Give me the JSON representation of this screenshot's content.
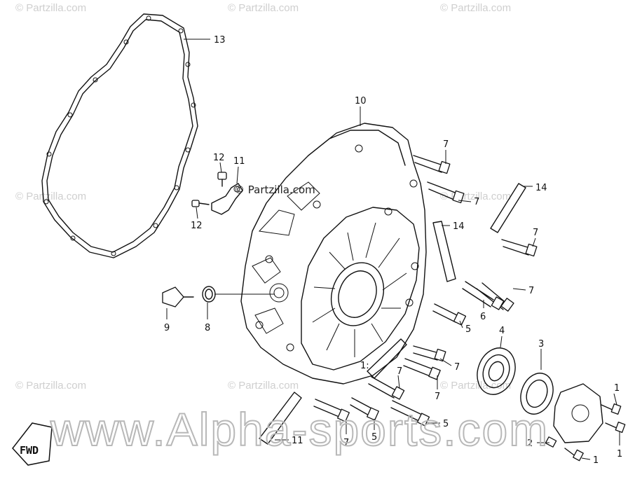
{
  "watermarks": {
    "partzilla": "© Partzilla.com",
    "partzilla_mid": "© Partzilla.com",
    "alpha": "www.Alpha-sports.com"
  },
  "fwd_label": "FWD",
  "callouts": [
    {
      "id": "c13",
      "text": "13"
    },
    {
      "id": "c10",
      "text": "10"
    },
    {
      "id": "c12a",
      "text": "12"
    },
    {
      "id": "c11",
      "text": "11"
    },
    {
      "id": "c12b",
      "text": "12"
    },
    {
      "id": "c7a",
      "text": "7"
    },
    {
      "id": "c7b",
      "text": "7"
    },
    {
      "id": "c14a",
      "text": "14"
    },
    {
      "id": "c14b",
      "text": "14"
    },
    {
      "id": "c7c",
      "text": "7"
    },
    {
      "id": "c7d",
      "text": "7"
    },
    {
      "id": "c6",
      "text": "6"
    },
    {
      "id": "c5a",
      "text": "5"
    },
    {
      "id": "c9",
      "text": "9"
    },
    {
      "id": "c8",
      "text": "8"
    },
    {
      "id": "c4",
      "text": "4"
    },
    {
      "id": "c3",
      "text": "3"
    },
    {
      "id": "c7e",
      "text": "7"
    },
    {
      "id": "c7f",
      "text": "7"
    },
    {
      "id": "c7g",
      "text": "7"
    },
    {
      "id": "c15",
      "text": "1:"
    },
    {
      "id": "c1a",
      "text": "1"
    },
    {
      "id": "c1b",
      "text": "1"
    },
    {
      "id": "c2",
      "text": "2"
    },
    {
      "id": "c1c",
      "text": "1"
    },
    {
      "id": "c5b",
      "text": "5"
    },
    {
      "id": "c5c",
      "text": "5"
    },
    {
      "id": "c7h",
      "text": "7"
    },
    {
      "id": "c11b",
      "text": "11"
    }
  ]
}
